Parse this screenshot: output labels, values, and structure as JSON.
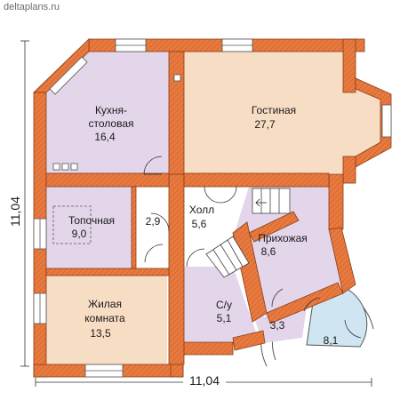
{
  "site": "deltaplans.ru",
  "dimensions": {
    "width": "11,04",
    "depth": "11,04"
  },
  "colors": {
    "wall": "#e8793f",
    "wall_outline": "#8a3d12",
    "room_lilac": "#e3d6ea",
    "room_peach": "#f8ddc5",
    "room_blue": "#cfe6f2",
    "watermark": "#d9c6e4"
  },
  "rooms": [
    {
      "id": "kitchen",
      "name_line1": "Кухня-",
      "name_line2": "столовая",
      "area": "16,4"
    },
    {
      "id": "living",
      "name": "Гостиная",
      "area": "27,7"
    },
    {
      "id": "boiler",
      "name": "Топочная",
      "area": "9,0"
    },
    {
      "id": "corridor",
      "area": "2,9"
    },
    {
      "id": "hall",
      "name": "Холл",
      "area": "5,6"
    },
    {
      "id": "entrance",
      "name": "Прихожая",
      "area": "8,6"
    },
    {
      "id": "bedroom",
      "name_line1": "Жилая",
      "name_line2": "комната",
      "area": "13,5"
    },
    {
      "id": "wc",
      "name": "С/у",
      "area": "5,1"
    },
    {
      "id": "vestibule",
      "area": "3,3"
    },
    {
      "id": "porch",
      "area": "8,1"
    }
  ]
}
